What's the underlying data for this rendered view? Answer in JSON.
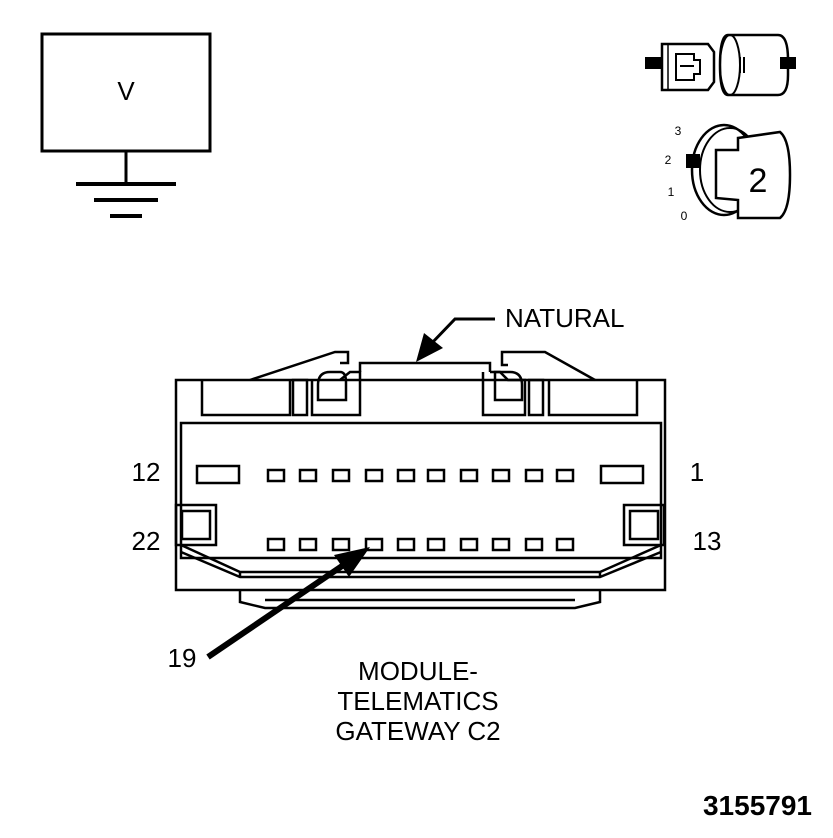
{
  "voltmeter": {
    "symbol": "V"
  },
  "ignition": {
    "positions": [
      "3",
      "2",
      "1",
      "0"
    ],
    "key_position": "2"
  },
  "connector": {
    "color_label": "NATURAL",
    "pin_labels": {
      "top_left": "12",
      "top_right": "1",
      "bottom_left": "22",
      "bottom_right": "13",
      "probe_pin": "19"
    },
    "name_lines": [
      "MODULE-",
      "TELEMATICS",
      "GATEWAY C2"
    ]
  },
  "figure_id": "3155791"
}
